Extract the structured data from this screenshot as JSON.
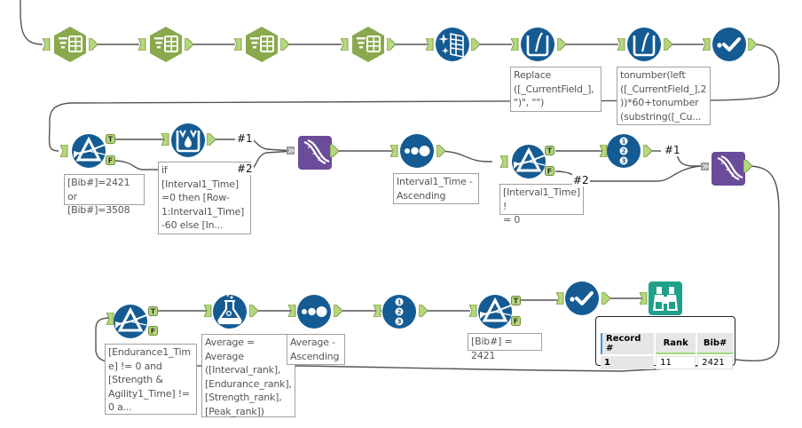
{
  "canvas": {
    "colors": {
      "select_green": "#8aa94e",
      "blue_tool": "#155b93",
      "purple_tool": "#6b4c9a",
      "browse_teal": "#1fa08a",
      "anchor_green": "#b5d77d",
      "wire": "#555555"
    },
    "row1": {
      "tools": [
        {
          "id": "select-1",
          "icon": "select-icon"
        },
        {
          "id": "select-2",
          "icon": "select-icon"
        },
        {
          "id": "select-3",
          "icon": "select-icon"
        },
        {
          "id": "select-4",
          "icon": "select-icon"
        },
        {
          "id": "data-cleansing",
          "icon": "data-cleansing-icon"
        },
        {
          "id": "multi-field-formula-1",
          "icon": "multi-field-formula-icon",
          "annotation": "Replace\n([_CurrentField_],\n\")\", \"\")"
        },
        {
          "id": "multi-field-formula-2",
          "icon": "multi-field-formula-icon",
          "annotation": "tonumber(left\n([_CurrentField_],2\n))*60+tonumber\n(substring([_Cu..."
        },
        {
          "id": "auto-field-1",
          "icon": "auto-field-icon"
        }
      ]
    },
    "row2": {
      "filter_1": {
        "annotation": "[Bib#]=2421 or\n[Bib#]=3508",
        "true_label": "T",
        "false_label": "F"
      },
      "multi_row_formula": {
        "annotation": "if\n[Interval1_Time]\n=0 then [Row-\n1:Interval1_Time]\n-60 else [In..."
      },
      "union_1_labels": {
        "input1": "#1",
        "input2": "#2"
      },
      "sort_1": {
        "annotation": "Interval1_Time -\nAscending"
      },
      "filter_2": {
        "annotation": "[Interval1_Time] !\n= 0",
        "true_label": "T",
        "false_label": "F"
      },
      "record_id_1": {
        "icon": "record-id-icon"
      },
      "union_2_labels": {
        "input1": "#1",
        "input2": "#2"
      }
    },
    "row3": {
      "filter_3": {
        "annotation": "[Endurance1_Tim\ne] != 0 and\n[Strength &\nAgility1_Time] !=\n0 a...",
        "true_label": "T",
        "false_label": "F"
      },
      "formula": {
        "annotation": "Average =\nAverage\n([Interval_rank],\n[Endurance_rank],\n[Strength_rank],\n[Peak_rank])"
      },
      "sort_2": {
        "annotation": "Average -\nAscending"
      },
      "record_id_2": {
        "icon": "record-id-icon"
      },
      "filter_4": {
        "annotation": "[Bib#] = 2421",
        "true_label": "T",
        "false_label": "F"
      },
      "auto_field_2": {
        "icon": "auto-field-icon"
      },
      "browse": {
        "icon": "browse-icon",
        "columns": [
          "Record #",
          "Rank",
          "Bib#"
        ],
        "rows": [
          [
            "1",
            "11",
            "2421"
          ]
        ]
      }
    }
  }
}
